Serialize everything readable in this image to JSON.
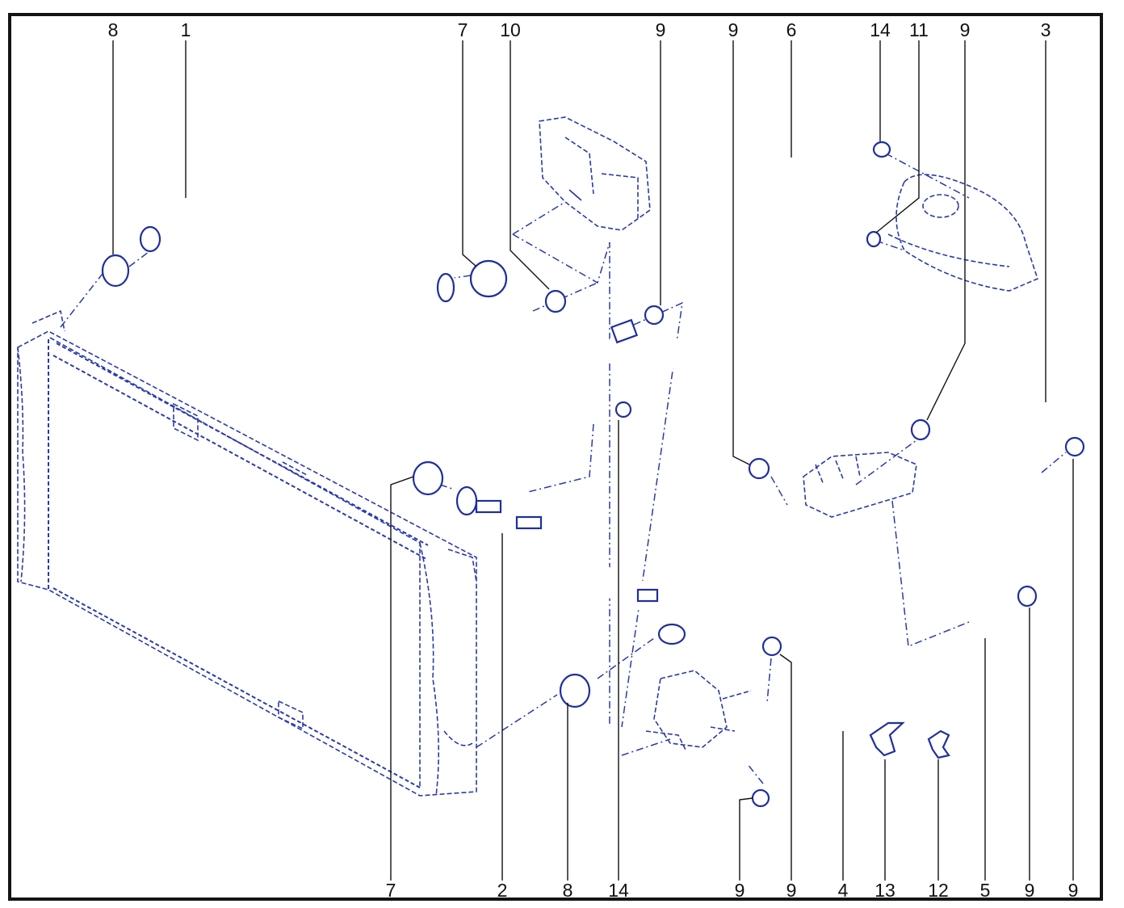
{
  "diagram": {
    "callouts_top": [
      "8",
      "1",
      "7",
      "10",
      "9",
      "9",
      "6",
      "14",
      "11",
      "9",
      "3"
    ],
    "callouts_bottom": [
      "7",
      "2",
      "8",
      "14",
      "9",
      "9",
      "4",
      "13",
      "12",
      "5",
      "9",
      "9"
    ]
  },
  "colors": {
    "line": "#1f2f9e",
    "frame": "#141414",
    "text": "#111111"
  }
}
